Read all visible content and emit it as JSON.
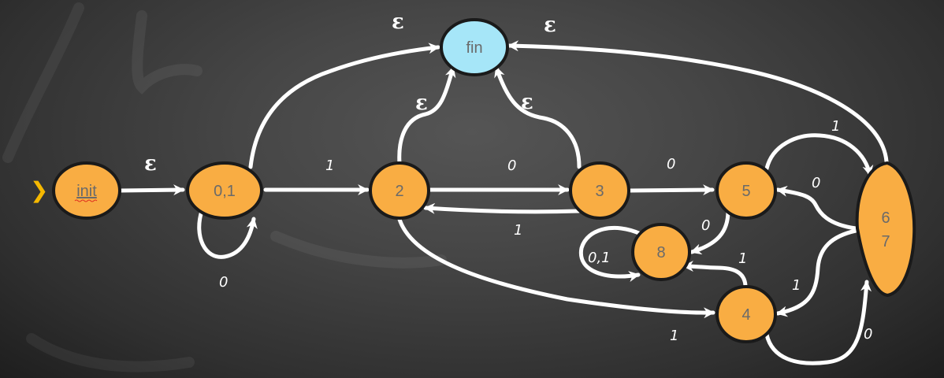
{
  "diagram": {
    "type": "NFA state transition graph",
    "colors": {
      "state_fill": "#f9ad43",
      "final_fill": "#a6e6f8",
      "edge": "#ffffff",
      "start_marker": "#f5b800",
      "outline": "#1a1a1a"
    },
    "start_marker": "❯",
    "nodes": [
      {
        "id": "init",
        "label": "init",
        "kind": "start"
      },
      {
        "id": "s01",
        "label": "0,1",
        "kind": "state"
      },
      {
        "id": "s2",
        "label": "2",
        "kind": "state"
      },
      {
        "id": "s3",
        "label": "3",
        "kind": "state"
      },
      {
        "id": "s5",
        "label": "5",
        "kind": "state"
      },
      {
        "id": "s8",
        "label": "8",
        "kind": "state"
      },
      {
        "id": "s4",
        "label": "4",
        "kind": "state"
      },
      {
        "id": "s67",
        "label_line1": "6",
        "label_line2": "7",
        "kind": "state"
      },
      {
        "id": "fin",
        "label": "fin",
        "kind": "final"
      }
    ],
    "edges": [
      {
        "from": "init",
        "to": "s01",
        "label": "ε"
      },
      {
        "from": "s01",
        "to": "s01",
        "label": "0"
      },
      {
        "from": "s01",
        "to": "fin",
        "label": "ε"
      },
      {
        "from": "s01",
        "to": "s2",
        "label": "1"
      },
      {
        "from": "s2",
        "to": "fin",
        "label": "ε"
      },
      {
        "from": "s2",
        "to": "s3",
        "label": "0"
      },
      {
        "from": "s3",
        "to": "s2",
        "label": "1"
      },
      {
        "from": "s3",
        "to": "fin",
        "label": "ε"
      },
      {
        "from": "s3",
        "to": "s5",
        "label": "0"
      },
      {
        "from": "s2",
        "to": "s4",
        "label": "1"
      },
      {
        "from": "s5",
        "to": "s67",
        "label": "1"
      },
      {
        "from": "s67",
        "to": "fin",
        "label": "ε"
      },
      {
        "from": "s67",
        "to": "s5",
        "label": "0"
      },
      {
        "from": "s5",
        "to": "s8",
        "label": "0"
      },
      {
        "from": "s8",
        "to": "s8",
        "label": "0,1"
      },
      {
        "from": "s4",
        "to": "s8",
        "label": "1"
      },
      {
        "from": "s67",
        "to": "s4",
        "label": "1"
      },
      {
        "from": "s4",
        "to": "s67",
        "label": "0"
      }
    ]
  }
}
